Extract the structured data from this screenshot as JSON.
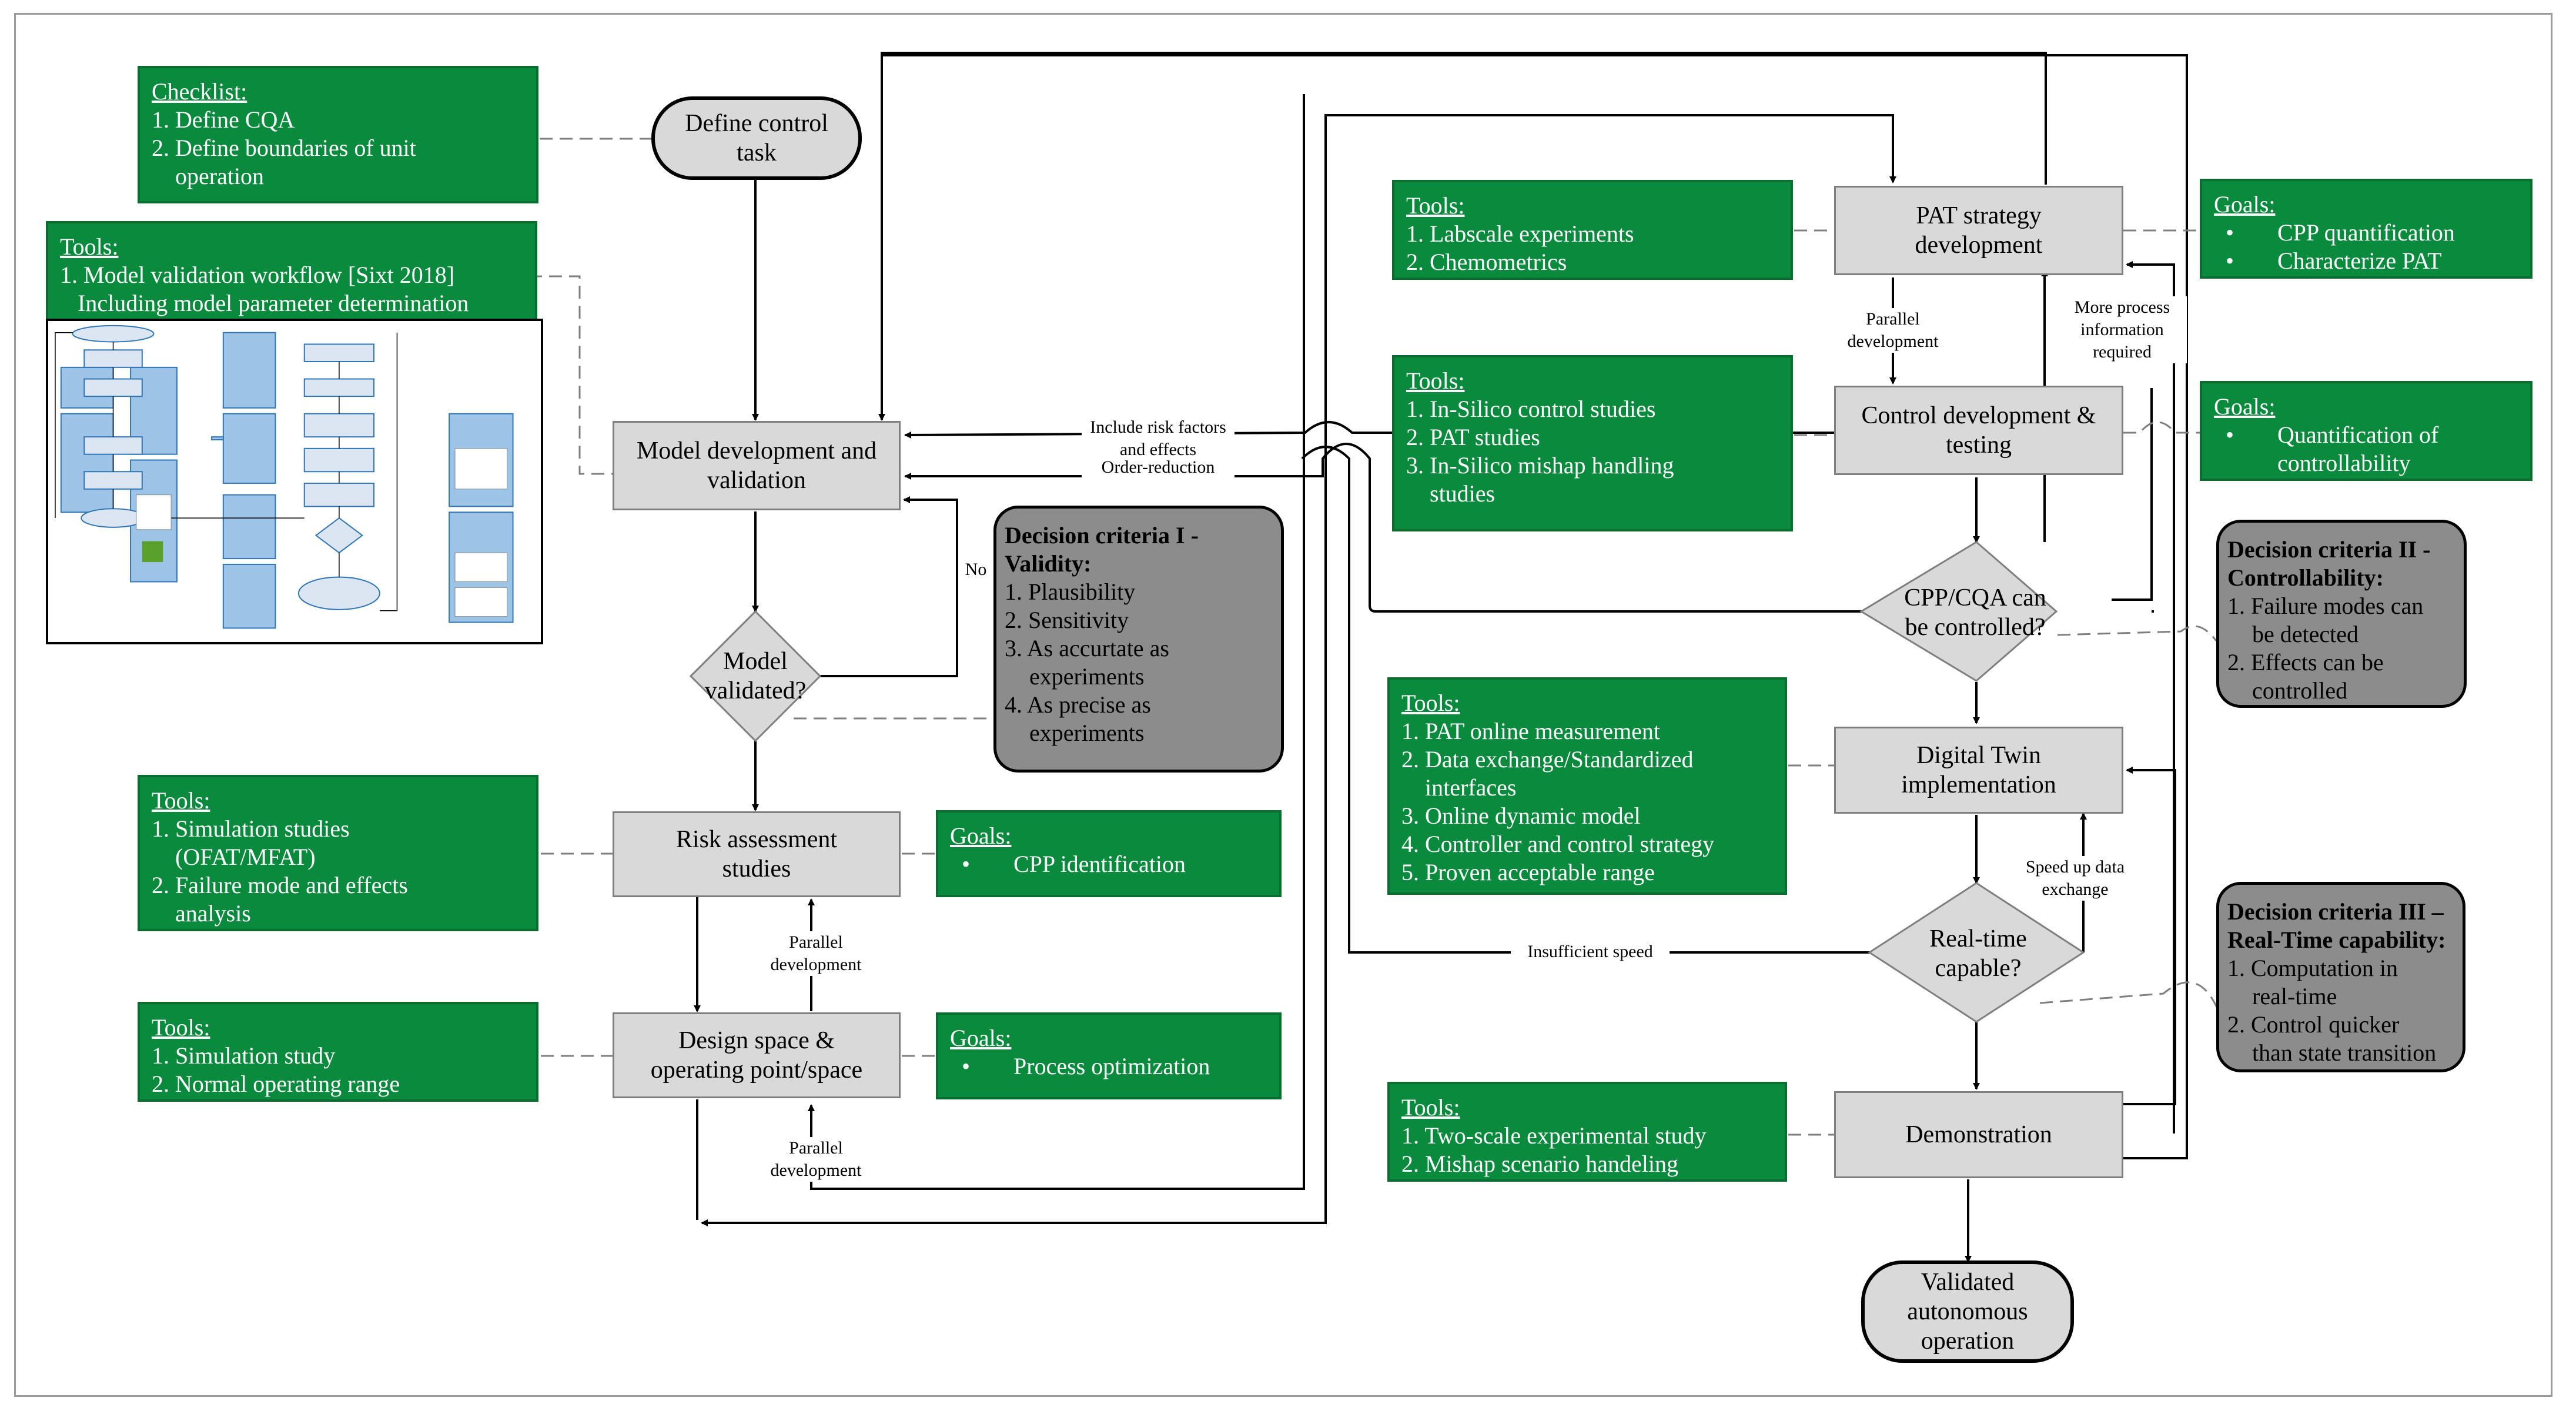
{
  "checklist": {
    "title": "Checklist:",
    "items": [
      "1. Define CQA",
      "2. Define boundaries of unit",
      "operation"
    ]
  },
  "tools_validation": {
    "title": "Tools:",
    "items": [
      "1. Model validation workflow [Sixt 2018]",
      "Including model parameter determination"
    ]
  },
  "tools_risk": {
    "title": "Tools:",
    "items": [
      "1. Simulation studies",
      "(OFAT/MFAT)",
      "2. Failure mode and effects",
      "analysis"
    ]
  },
  "tools_design": {
    "title": "Tools:",
    "items": [
      "1. Simulation study",
      "2. Normal operating range"
    ]
  },
  "goals_risk": {
    "title": "Goals:",
    "items": [
      "CPP identification"
    ]
  },
  "goals_design": {
    "title": "Goals:",
    "items": [
      "Process optimization"
    ]
  },
  "tools_pat": {
    "title": "Tools:",
    "items": [
      "1. Labscale experiments",
      "2. Chemometrics"
    ]
  },
  "tools_control": {
    "title": "Tools:",
    "items": [
      "1. In-Silico control studies",
      "2. PAT studies",
      "3. In-Silico mishap handling",
      "studies"
    ]
  },
  "tools_twin": {
    "title": "Tools:",
    "items": [
      "1. PAT online measurement",
      "2. Data exchange/Standardized",
      "interfaces",
      "3. Online dynamic model",
      "4. Controller and control strategy",
      "5. Proven acceptable range"
    ]
  },
  "tools_demo": {
    "title": "Tools:",
    "items": [
      "1. Two-scale experimental study",
      "2. Mishap scenario handeling"
    ]
  },
  "goals_pat": {
    "title": "Goals:",
    "items": [
      "CPP quantification",
      "Characterize PAT"
    ]
  },
  "goals_control": {
    "title": "Goals:",
    "items": [
      "Quantification of",
      "controllability"
    ]
  },
  "steps": {
    "define_control_task": "Define control task",
    "model_development": "Model development and validation",
    "model_validated": "Model validated?",
    "risk_assessment": "Risk assessment studies",
    "design_space": "Design space & operating point/space",
    "pat_strategy": "PAT strategy development",
    "control_development": "Control development & testing",
    "cpp_controlled": "CPP/CQA can be controlled?",
    "digital_twin": "Digital Twin implementation",
    "real_time": "Real-time capable?",
    "demonstration": "Demonstration",
    "validated_operation": "Validated autonomous operation"
  },
  "criteria1": {
    "title": [
      "Decision criteria I -",
      "Validity:"
    ],
    "items": [
      "1. Plausibility",
      "2. Sensitivity",
      "3. As accurtate as",
      "experiments",
      "4. As precise as",
      "experiments"
    ]
  },
  "criteria2": {
    "title": [
      "Decision criteria II -",
      "Controllability:"
    ],
    "items": [
      "1. Failure modes can",
      "be detected",
      "2. Effects can be",
      "controlled"
    ]
  },
  "criteria3": {
    "title": [
      "Decision criteria III –",
      "Real-Time capability:"
    ],
    "items": [
      "1. Computation in",
      "real-time",
      "2. Control quicker",
      "than state transition"
    ]
  },
  "labels": {
    "no": "No",
    "include_risk": "Include risk factors and effects",
    "order_reduction": "Order-reduction",
    "parallel_dev_top": "Parallel development",
    "parallel_dev_risk": "Parallel development",
    "parallel_dev_design": "Parallel development",
    "more_process_info": "More process information required",
    "speed_up": "Speed up data exchange",
    "insufficient_speed": "Insufficient speed"
  },
  "colors": {
    "green": "#0a8a3c",
    "gray_step": "#d9d9d9",
    "dark_gray": "#8c8c8c",
    "light_blue": "#9dc3e6"
  }
}
